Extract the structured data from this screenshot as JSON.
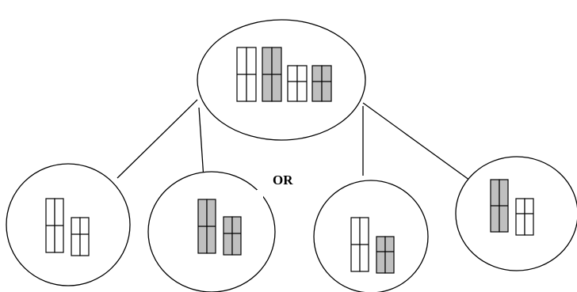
{
  "diagram": {
    "or_label": "OR",
    "colors": {
      "outline": "#000000",
      "light_chromosome": "#ffffff",
      "dark_chromosome": "#bfbfbf",
      "background": "#ffffff"
    },
    "parent_cell": {
      "name": "parent-cell",
      "chromosomes": [
        "light-long",
        "dark-long",
        "light-short",
        "dark-short"
      ]
    },
    "daughter_cells": [
      {
        "name": "daughter-cell-1",
        "chromosomes": [
          "light-long",
          "light-short"
        ]
      },
      {
        "name": "daughter-cell-2",
        "chromosomes": [
          "dark-long",
          "dark-short"
        ]
      },
      {
        "name": "daughter-cell-3",
        "chromosomes": [
          "light-long",
          "dark-short"
        ]
      },
      {
        "name": "daughter-cell-4",
        "chromosomes": [
          "dark-long",
          "light-short"
        ]
      }
    ]
  }
}
